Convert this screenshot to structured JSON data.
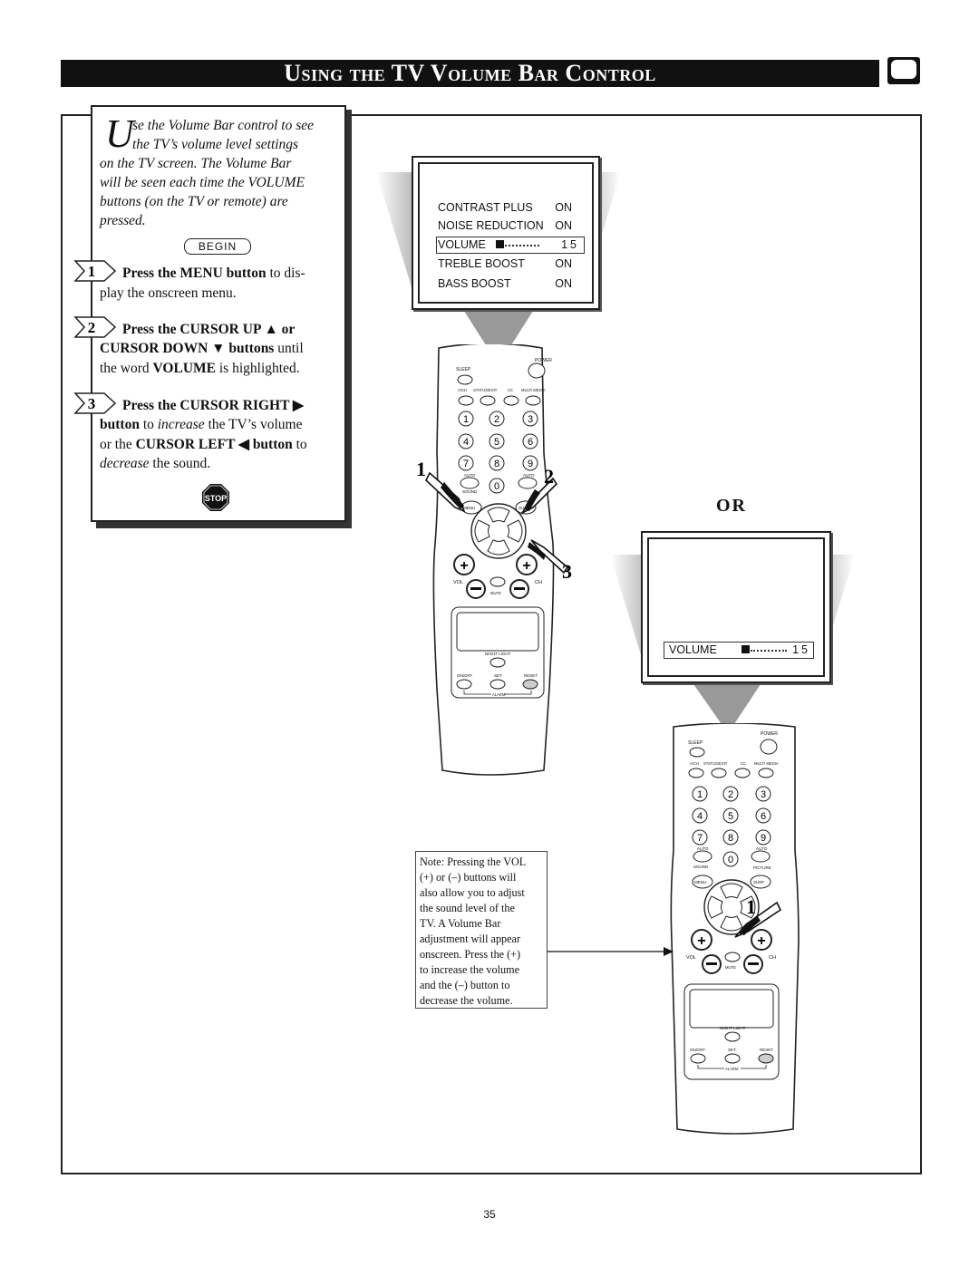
{
  "header": {
    "title": "Using the TV Volume Bar Control",
    "tv_icon": "tv-icon"
  },
  "instructions": {
    "intro_dropcap": "U",
    "intro_lines": [
      "se the Volume Bar control to see",
      "the TV’s volume level settings",
      "on the TV screen. The Volume Bar",
      "will be seen each time the VOLUME",
      "buttons (on the TV or remote) are",
      "pressed."
    ],
    "begin_label": "BEGIN",
    "step1": {
      "num": "1",
      "bold": "Press the MENU button",
      "rest1": " to dis-",
      "line2": "play the onscreen menu."
    },
    "step2": {
      "num": "2",
      "line1a": "Press the CURSOR UP ",
      "line1b": " or",
      "line2a": "CURSOR DOWN ",
      "line2b": " buttons",
      "line2c": " until",
      "line3a": "the word ",
      "line3b": "VOLUME",
      "line3c": " is highlighted."
    },
    "step3": {
      "num": "3",
      "line1": "Press the CURSOR RIGHT ",
      "line2a": "button",
      "line2b": " to ",
      "line2c": "increase",
      "line2d": " the TV’s volume",
      "line3a": "or the ",
      "line3b": "CURSOR LEFT ",
      "line3c": " button",
      "line3d": " to",
      "line4a": "decrease",
      "line4b": " the sound."
    },
    "stop_label": "STOP"
  },
  "tv_menu": {
    "rows": [
      {
        "label": "CONTRAST PLUS",
        "value": "ON"
      },
      {
        "label": "NOISE REDUCTION",
        "value": "ON"
      },
      {
        "label": "VOLUME",
        "value": "15"
      },
      {
        "label": "TREBLE BOOST",
        "value": "ON"
      },
      {
        "label": "BASS BOOST",
        "value": "ON"
      }
    ]
  },
  "or_label": "OR",
  "tv_volume_bar": {
    "label": "VOLUME",
    "value": "15"
  },
  "remote": {
    "power": "POWER",
    "sleep": "SLEEP",
    "top_row": [
      "A/CH",
      "STATUS/EXIT",
      "CC",
      "MULTI MEDIA"
    ],
    "digits": [
      "1",
      "2",
      "3",
      "4",
      "5",
      "6",
      "7",
      "8",
      "9",
      "0"
    ],
    "auto_left": "AUTO",
    "auto_right": "AUTO",
    "sound": "SOUND",
    "picture": "PICTURE",
    "menu": "MENU",
    "surf": "SURF",
    "vol": "VOL",
    "ch": "CH",
    "mute": "MUTE",
    "night_light": "NIGHT LIGHT",
    "on_off": "ON/OFF",
    "set": "SET",
    "reset": "RESET",
    "alarm": "ALARM"
  },
  "callouts": {
    "one": "1",
    "two": "2",
    "three": "3",
    "one_b": "1"
  },
  "note": {
    "lines": [
      "Note: Pressing the VOL",
      "(+) or (–) buttons will",
      "also allow you to adjust",
      "the sound level of the",
      "TV. A Volume Bar",
      "adjustment will appear",
      "onscreen. Press the (+)",
      "to increase the volume",
      "and the (–) button to",
      "decrease the volume."
    ]
  },
  "page_number": "35"
}
